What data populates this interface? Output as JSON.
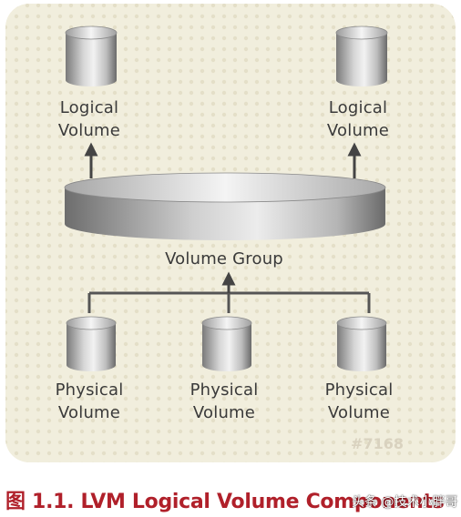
{
  "diagram": {
    "logical_volumes": [
      "Logical Volume",
      "Logical Volume"
    ],
    "volume_group": "Volume Group",
    "physical_volumes": [
      "Physical Volume",
      "Physical Volume",
      "Physical Volume"
    ],
    "figure_id": "#7168",
    "colors": {
      "background": "#f1eedd",
      "dots": "#e6e1cb",
      "cylinder_dark": "#6e6e6e",
      "cylinder_light": "#eeeeee",
      "arrow": "#444444",
      "text": "#3a3a3a"
    }
  },
  "caption": {
    "text": "图 1.1. LVM Logical Volume Components",
    "color": "#b0202a"
  },
  "watermark": {
    "text": "头条 @技术小胖哥"
  }
}
